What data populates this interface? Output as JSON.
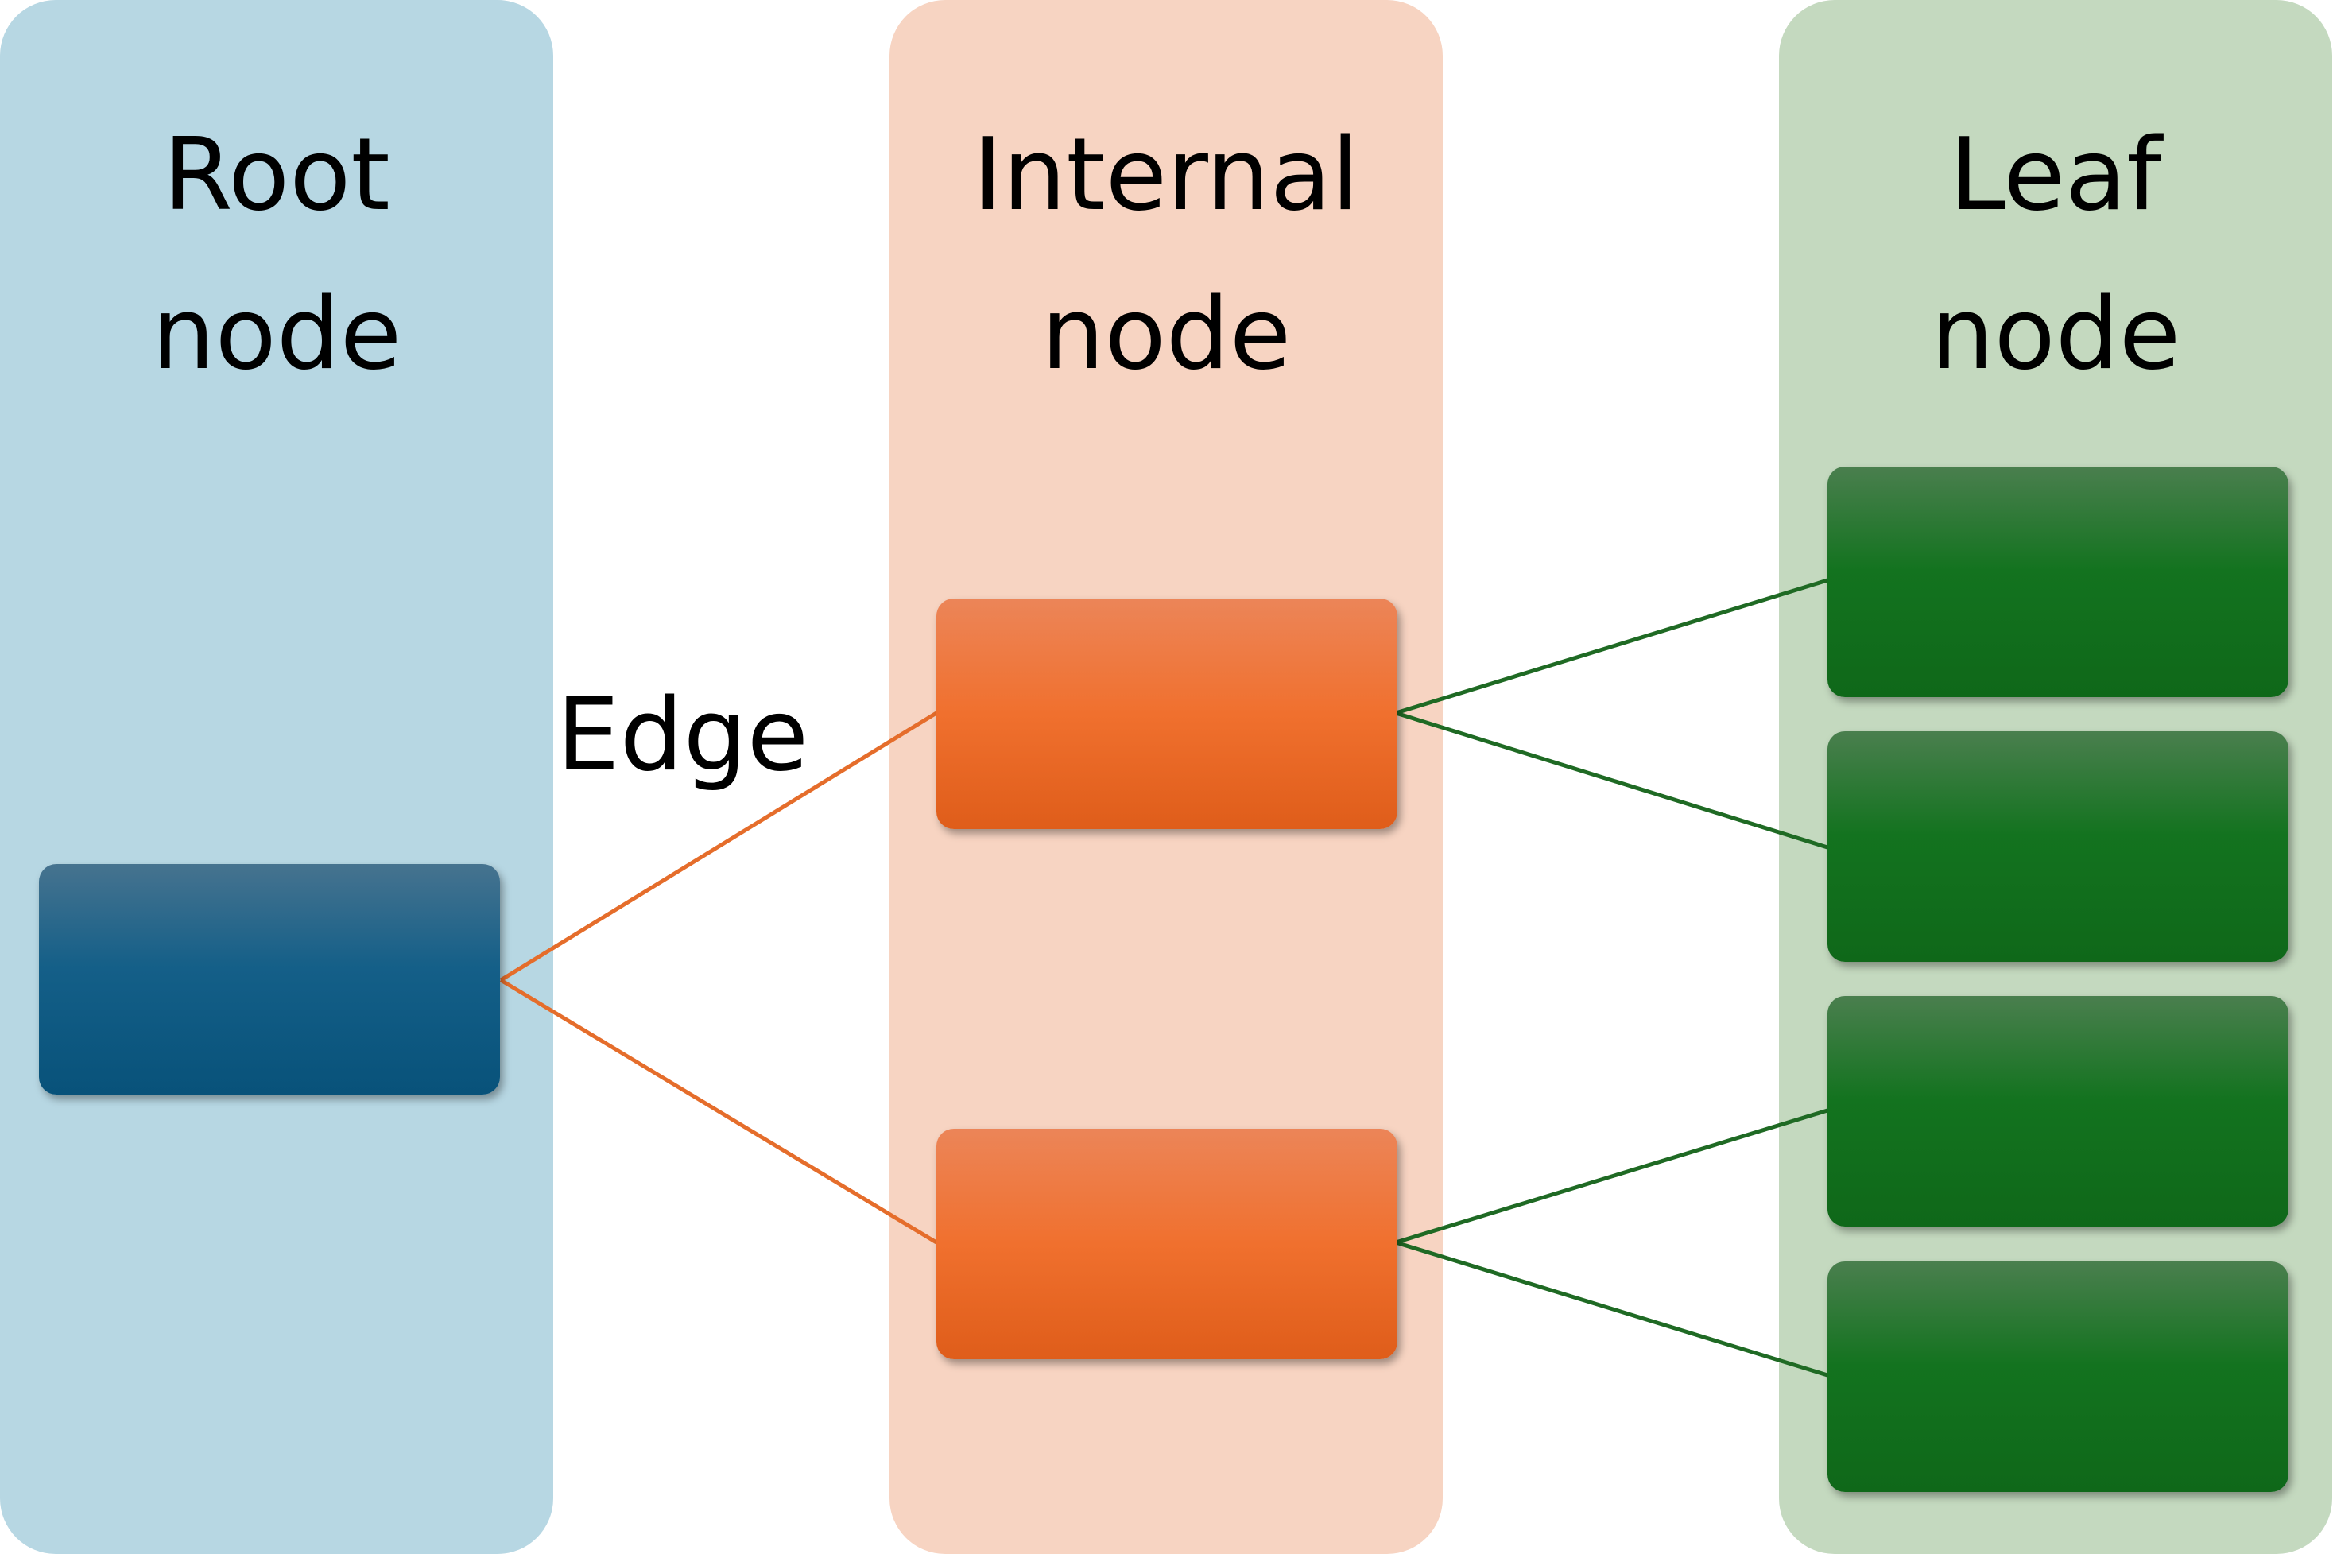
{
  "columns": {
    "root": {
      "title": "Root\nnode"
    },
    "internal": {
      "title": "Internal\nnode"
    },
    "leaf": {
      "title": "Leaf\nnode"
    }
  },
  "edge_label": "Edge",
  "colors": {
    "root_column": "#b7d7e3",
    "internal_column": "#f7d4c2",
    "leaf_column": "#c4d9bf",
    "root_node": "#145f88",
    "internal_node": "#f0702e",
    "leaf_node": "#13731f",
    "orange_edge": "#e56d2b",
    "green_edge": "#1f6a24"
  }
}
